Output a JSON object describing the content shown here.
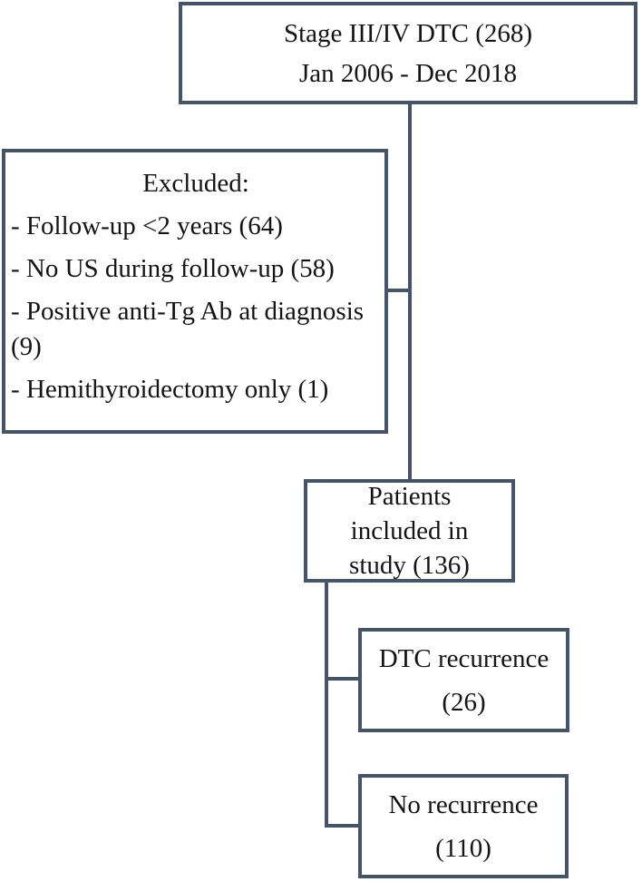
{
  "colors": {
    "box_border": "#44546A",
    "text": "#141414",
    "background": "#ffffff"
  },
  "flowchart": {
    "stage_box": {
      "lines": [
        "Stage III/IV DTC (268)",
        "Jan 2006 - Dec 2018"
      ]
    },
    "excluded_box": {
      "heading": "Excluded:",
      "items": [
        "- Follow-up <2 years (64)",
        "- No US during follow-up (58)",
        "- Positive anti-Tg Ab at diagnosis (9)",
        "- Hemithyroidectomy only (1)"
      ]
    },
    "included_box": {
      "lines": [
        "Patients",
        "included in",
        "study (136)"
      ]
    },
    "recurrence_box": {
      "lines": [
        "DTC recurrence",
        "(26)"
      ]
    },
    "no_recurrence_box": {
      "lines": [
        "No recurrence",
        "(110)"
      ]
    }
  }
}
